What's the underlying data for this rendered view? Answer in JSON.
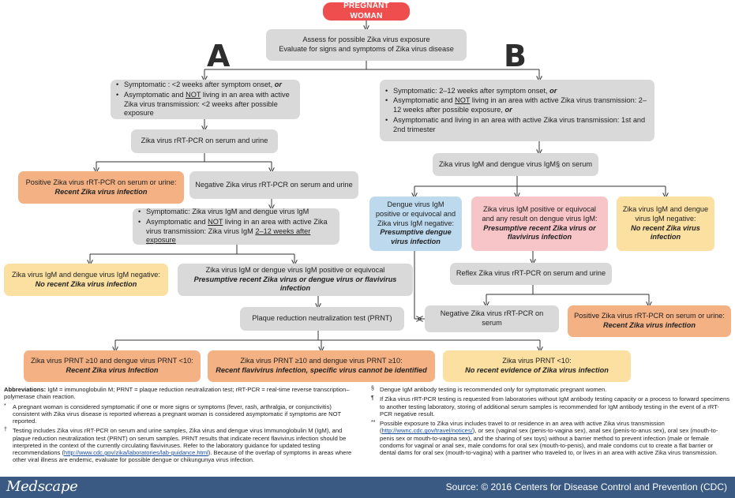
{
  "start": "PREGNANT WOMAN",
  "letters": {
    "a": "A",
    "b": "B"
  },
  "assess": {
    "line1": "Assess for possible Zika virus exposure",
    "line2": "Evaluate for signs and symptoms of Zika virus disease"
  },
  "a_criteria": {
    "c1_text": "Symptomatic : <2 weeks after symptom onset, ",
    "c1_em": "or",
    "c2_pre": "Asymptomatic and ",
    "c2_u": "NOT",
    "c2_post": " living in an area with active Zika virus transmission: <2 weeks after possible exposure"
  },
  "a_rtpcr": "Zika virus rRT-PCR on serum and urine",
  "a_positive": {
    "text": "Positive Zika virus rRT-PCR on serum or urine:",
    "em": "Recent Zika virus infection"
  },
  "a_negative": "Negative Zika virus rRT-PCR on serum and urine",
  "a_igm": {
    "c1": "Symptomatic: Zika virus IgM and dengue virus IgM",
    "c2_pre": "Asymptomatic and ",
    "c2_u": "NOT",
    "c2_mid": " living in an area with active Zika virus transmission: Zika virus IgM ",
    "c2_u2": "2–12 weeks after exposure"
  },
  "a_igm_negative": {
    "text": "Zika virus IgM and dengue virus IgM negative:",
    "em": "No recent Zika virus infection"
  },
  "a_igm_positive": {
    "text": "Zika virus IgM or dengue virus IgM positive or equivocal",
    "em": "Presumptive recent Zika virus or dengue virus or flavivirus infection"
  },
  "prnt": "Plaque reduction neutralization test  (PRNT)",
  "prnt_r1": {
    "text": "Zika virus PRNT ≥10 and dengue virus PRNT <10:",
    "em": "Recent Zika virus Infection"
  },
  "prnt_r2": {
    "text": "Zika virus PRNT ≥10 and dengue virus PRNT ≥10:",
    "em": "Recent flavivirus infection, specific virus cannot be identified"
  },
  "prnt_r3": {
    "text": "Zika virus PRNT <10:",
    "em": "No recent evidence of Zika virus infection"
  },
  "b_criteria": {
    "c1_text": "Symptomatic: 2–12 weeks after symptom onset, ",
    "c1_em": "or",
    "c2_pre": "Asymptomatic and ",
    "c2_u": "NOT",
    "c2_post": " living in an area with active Zika virus transmission: 2–12 weeks after possible exposure, ",
    "c2_em": "or",
    "c3": "Asymptomatic and living in an area with active Zika virus transmission: 1st and 2nd trimester"
  },
  "b_igm": "Zika virus IgM and dengue virus IgM§ on serum",
  "b_dengue": {
    "text": "Dengue virus IgM positive or equivocal and Zika virus IgM negative:",
    "em": "Presumptive dengue virus infection"
  },
  "b_zika_pos": {
    "text": "Zika virus IgM positive or equivocal and  any result on dengue virus IgM:",
    "em": "Presumptive recent Zika virus or flavivirus infection"
  },
  "b_neg": {
    "text": "Zika virus IgM and dengue virus IgM negative:",
    "em": "No recent Zika virus infection"
  },
  "b_reflex": "Reflex Zika virus rRT-PCR on serum and urine",
  "b_rtpcr_neg": "Negative Zika virus rRT-PCR on serum",
  "b_rtpcr_pos": {
    "text": "Positive Zika virus rRT-PCR on serum or urine:",
    "em": "Recent Zika virus infection"
  },
  "notes_left": {
    "abbr_label": "Abbreviations:",
    "abbr_text": " IgM = immunoglobulin M; PRNT = plaque reduction neutralization test; rRT-PCR = real-time reverse transcription–polymerase chain reaction.",
    "star_mark": "*",
    "star": "A pregnant woman is considered symptomatic if one or more signs or symptoms (fever, rash, arthralgia, or conjunctivitis) consistent with Zika virus disease is reported whereas a pregnant woman is considered asymptomatic if symptoms are NOT reported.",
    "dagger_mark": "†",
    "dagger_pre": "Testing includes Zika virus rRT-PCR on serum and urine samples, Zika virus and dengue virus Immunoglobulin M (IgM), and plaque reduction neutralization test (PRNT) on serum samples. PRNT results that indicate recent flavivirus infection should be interpreted in the context of the currently circulating flaviviruses. Refer to the laboratory guidance for updated testing recommendations (",
    "dagger_link": "http://www.cdc.gov/zika/laboratories/lab-guidance.html",
    "dagger_post": "). Because of the overlap of symptoms in areas where other viral illness are endemic, evaluate for possible dengue or chikungunya virus infection."
  },
  "notes_right": {
    "s_mark": "§",
    "s_text": "Dengue IgM antibody testing is recommended only for symptomatic pregnant women.",
    "p_mark": "¶",
    "p_text": "If Zika virus rRT-PCR testing is requested from laboratories without IgM antibody testing capacity or a process to forward specimens to another testing laboratory, storing of additional serum samples is recommended for IgM antibody testing in the event of a rRT-PCR negative result.",
    "dd_mark": "**",
    "dd_pre": "Possible exposure to Zika virus includes travel to or residence in an area with active Zika virus transmission (",
    "dd_link": "http://wwnc.cdc.gov/travel/notices/",
    "dd_post": "), or sex (vaginal sex (penis-to-vagina sex), anal sex (penis-to-anus sex), oral sex (mouth-to-penis sex or mouth-to-vagina sex), and the sharing of sex toys) without a barrier method to prevent infection (male or female condoms for vaginal or anal sex, male condoms for oral sex (mouth-to-penis), and male condoms cut to create a flat barrier or dental dams for oral sex (mouth-to-vagina) with a partner who traveled to, or lives in an area with active Zika virus transmission."
  },
  "footer": {
    "logo": "Medscape",
    "source": "Source: © 2016 Centers for Disease Control and Prevention (CDC)"
  },
  "colors": {
    "gray": "#d9d9d9",
    "orange": "#f4b183",
    "yellow": "#fbe0a1",
    "blue": "#bcd9ee",
    "pink": "#f7c4c8",
    "red": "#ee4e4e",
    "footer": "#3a5a83"
  }
}
